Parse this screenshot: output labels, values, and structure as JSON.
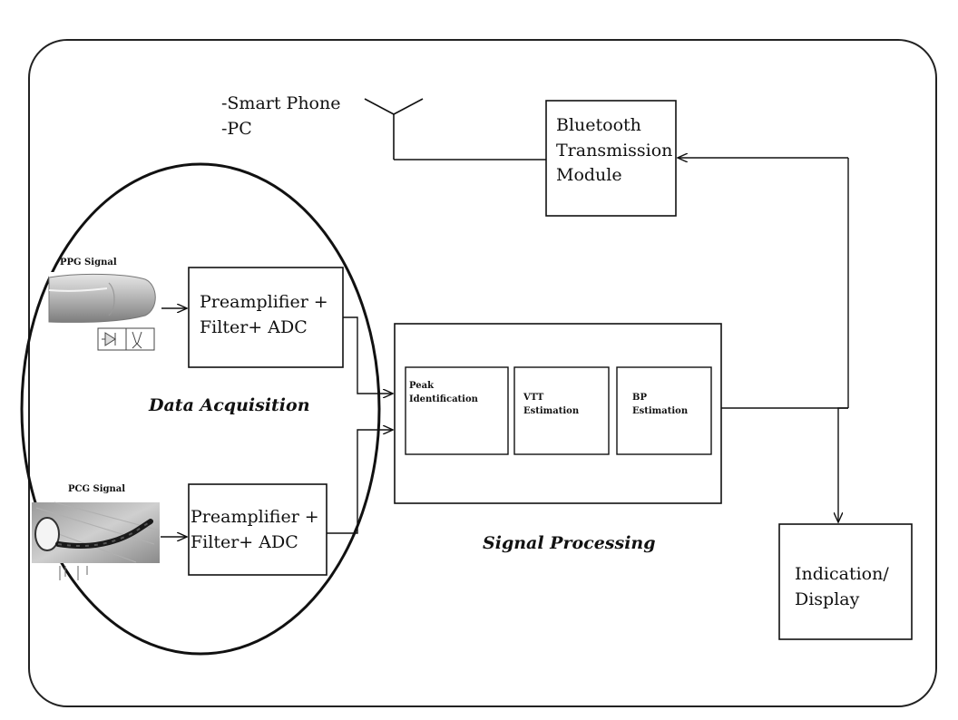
{
  "devices": [
    "-Smart Phone",
    "-PC"
  ],
  "bluetooth": [
    "Bluetooth",
    "Transmission",
    "Module"
  ],
  "ppg": {
    "signal_label": "PPG Signal",
    "block": [
      "Preamplifier +",
      "Filter+ ADC"
    ]
  },
  "pcg": {
    "signal_label": "PCG Signal",
    "block": [
      "Preamplifier +",
      "Filter+ ADC"
    ]
  },
  "data_acquisition_label": "Data Acquisition",
  "signal_processing": {
    "label": "Signal Processing",
    "blocks": [
      [
        "Peak",
        "Identification"
      ],
      [
        "VTT",
        "Estimation"
      ],
      [
        "BP",
        "Estimation"
      ]
    ]
  },
  "display": [
    "Indication/",
    "Display"
  ]
}
